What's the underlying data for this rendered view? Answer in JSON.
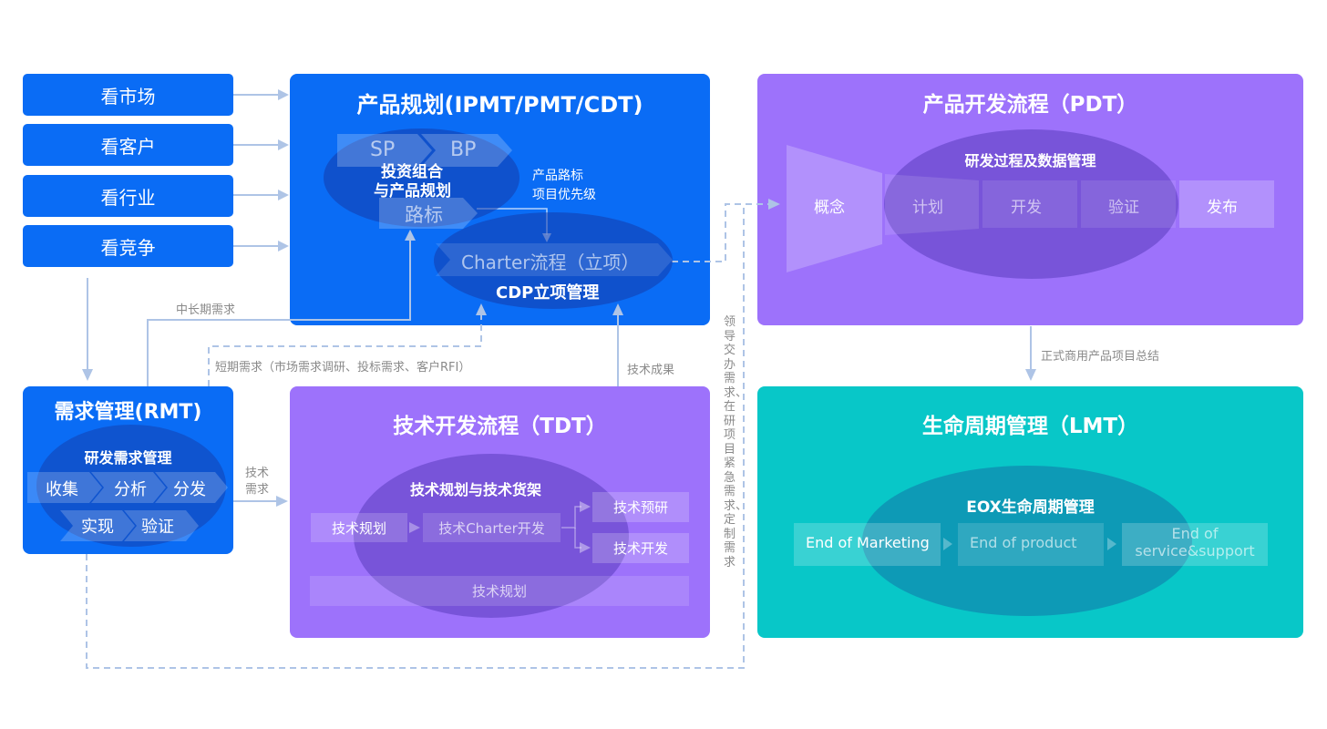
{
  "colors": {
    "blue": "#0a6cf5",
    "purple": "#9d72fb",
    "teal": "#08c7c8",
    "connector": "#aec4e6",
    "note_text": "#8a8a8a"
  },
  "inputs": [
    {
      "label": "看市场"
    },
    {
      "label": "看客户"
    },
    {
      "label": "看行业"
    },
    {
      "label": "看竞争"
    }
  ],
  "ipmt": {
    "title": "产品规划(IPMT/PMT/CDT)",
    "steps": [
      "SP",
      "BP",
      "路标"
    ],
    "ellipse_label_line1": "投资组合",
    "ellipse_label_line2": "与产品规划",
    "side_note_line1": "产品路标",
    "side_note_line2": "项目优先级",
    "charter_label": "Charter流程（立项）",
    "charter_ellipse_label": "CDP立项管理"
  },
  "pdt": {
    "title": "产品开发流程（PDT）",
    "ellipse_label": "研发过程及数据管理",
    "stages": [
      "概念",
      "计划",
      "开发",
      "验证",
      "发布"
    ]
  },
  "rmt": {
    "title": "需求管理(RMT)",
    "ellipse_label": "研发需求管理",
    "row1": [
      "收集",
      "分析",
      "分发"
    ],
    "row2": [
      "实现",
      "验证"
    ]
  },
  "tdt": {
    "title": "技术开发流程（TDT）",
    "ellipse_label": "技术规划与技术货架",
    "step1": "技术规划",
    "step2": "技术Charter开发",
    "branch1": "技术预研",
    "branch2": "技术开发",
    "bottom_bar": "技术规划"
  },
  "lmt": {
    "title": "生命周期管理（LMT）",
    "ellipse_label": "EOX生命周期管理",
    "stages": [
      "End of Marketing",
      "End of product",
      "End of service&support"
    ],
    "stage3_line1": "End of",
    "stage3_line2": "service&support"
  },
  "connectors": {
    "long_term": "中长期需求",
    "short_term": "短期需求（市场需求调研、投标需求、客户RFI）",
    "tech_result": "技术成果",
    "tech_demand_line1": "技术",
    "tech_demand_line2": "需求",
    "commercial_summary": "正式商用产品项目总结",
    "leader_demand": "领导交办需求、在研项目紧急需求、定制需求"
  }
}
